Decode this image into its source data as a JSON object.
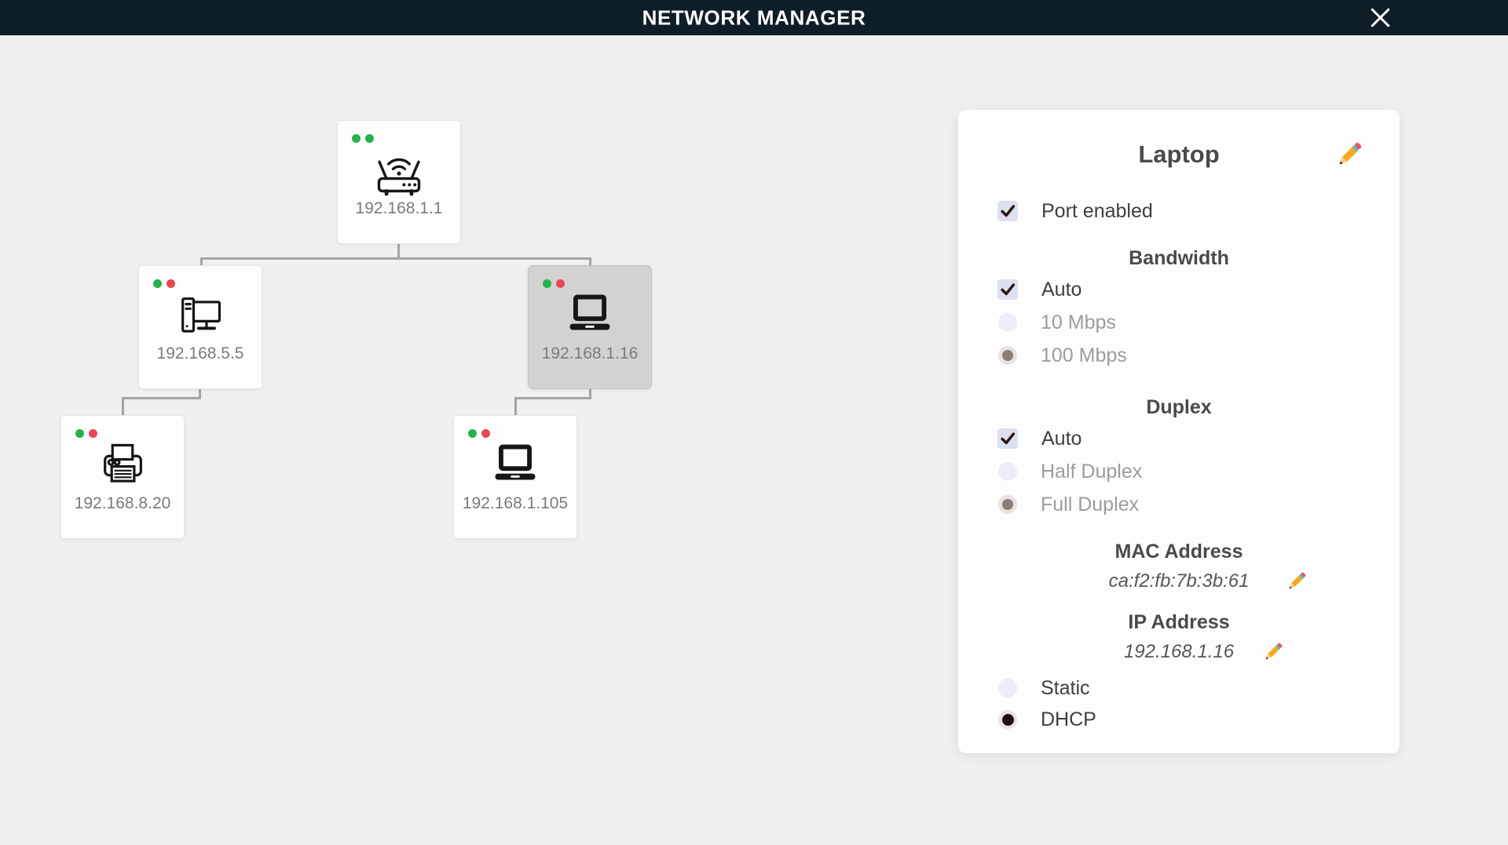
{
  "app": {
    "title": "NETWORK MANAGER"
  },
  "topology": {
    "nodes": [
      {
        "name": "router",
        "ip": "192.168.1.1",
        "icon": "router-icon",
        "status_dots": [
          "green",
          "green"
        ],
        "selected": false
      },
      {
        "name": "desktop",
        "ip": "192.168.5.5",
        "icon": "desktop-icon",
        "status_dots": [
          "green",
          "red"
        ],
        "selected": false
      },
      {
        "name": "laptop-selected",
        "ip": "192.168.1.16",
        "icon": "laptop-icon",
        "status_dots": [
          "green",
          "red"
        ],
        "selected": true
      },
      {
        "name": "printer",
        "ip": "192.168.8.20",
        "icon": "printer-icon",
        "status_dots": [
          "green",
          "red"
        ],
        "selected": false
      },
      {
        "name": "laptop",
        "ip": "192.168.1.105",
        "icon": "laptop-icon",
        "status_dots": [
          "green",
          "red"
        ],
        "selected": false
      }
    ]
  },
  "panel": {
    "title": "Laptop",
    "edit_icon": "pencil-icon",
    "port_enabled": {
      "label": "Port enabled",
      "checked": true
    },
    "bandwidth": {
      "heading": "Bandwidth",
      "options": [
        {
          "label": "Auto",
          "control": "checkbox",
          "state": "checked"
        },
        {
          "label": "10 Mbps",
          "control": "radio",
          "state": "off"
        },
        {
          "label": "100 Mbps",
          "control": "radio",
          "state": "filled-muted"
        }
      ]
    },
    "duplex": {
      "heading": "Duplex",
      "options": [
        {
          "label": "Auto",
          "control": "checkbox",
          "state": "checked"
        },
        {
          "label": "Half Duplex",
          "control": "radio",
          "state": "off"
        },
        {
          "label": "Full Duplex",
          "control": "radio",
          "state": "filled-muted"
        }
      ]
    },
    "mac": {
      "heading": "MAC Address",
      "value": "ca:f2:fb:7b:3b:61"
    },
    "ip": {
      "heading": "IP Address",
      "value": "192.168.1.16",
      "options": [
        {
          "label": "Static",
          "control": "radio",
          "state": "off"
        },
        {
          "label": "DHCP",
          "control": "radio",
          "state": "filled-dark"
        }
      ]
    }
  },
  "colors": {
    "topbar": "#0e1e26",
    "background": "#f1f0ee",
    "status_green": "#24b24a",
    "status_red": "#e94753",
    "selected_node": "#d3d2d0",
    "connector": "#a4a4a8"
  }
}
